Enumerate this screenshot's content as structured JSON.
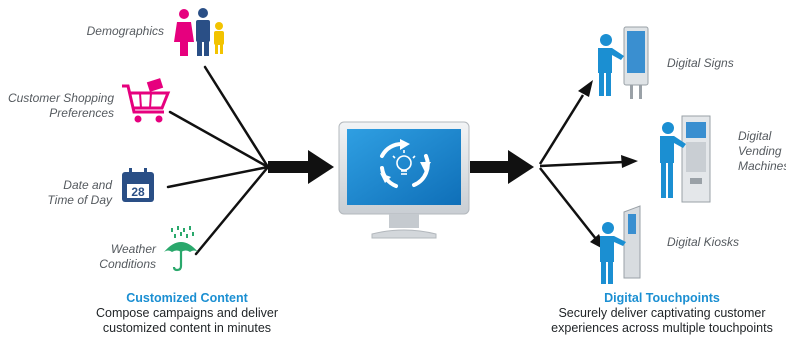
{
  "inputs": {
    "demographics": "Demographics",
    "shopping_line1": "Customer Shopping",
    "shopping_line2": "Preferences",
    "date_line1": "Date and",
    "date_line2": "Time of Day",
    "weather_line1": "Weather",
    "weather_line2": "Conditions",
    "calendar_day": "28"
  },
  "outputs": {
    "signs": "Digital Signs",
    "vending_line1": "Digital",
    "vending_line2": "Vending",
    "vending_line3": "Machines",
    "kiosks": "Digital Kiosks"
  },
  "left_caption": {
    "title": "Customized Content",
    "line1": "Compose campaigns and deliver",
    "line2": "customized content in minutes"
  },
  "right_caption": {
    "title": "Digital Touchpoints",
    "line1": "Securely deliver captivating customer",
    "line2": "experiences across multiple touchpoints"
  },
  "icons": {
    "people": "people-icon",
    "cart": "shopping-cart-icon",
    "calendar": "calendar-icon",
    "umbrella": "umbrella-icon",
    "monitor": "monitor-icon",
    "bulb": "lightbulb-icon"
  },
  "colors": {
    "pink": "#e6007e",
    "blue": "#1b8fd2",
    "navy": "#2a4f86",
    "yellow": "#f2c300",
    "green": "#2aa86c",
    "arrow": "#111111"
  }
}
